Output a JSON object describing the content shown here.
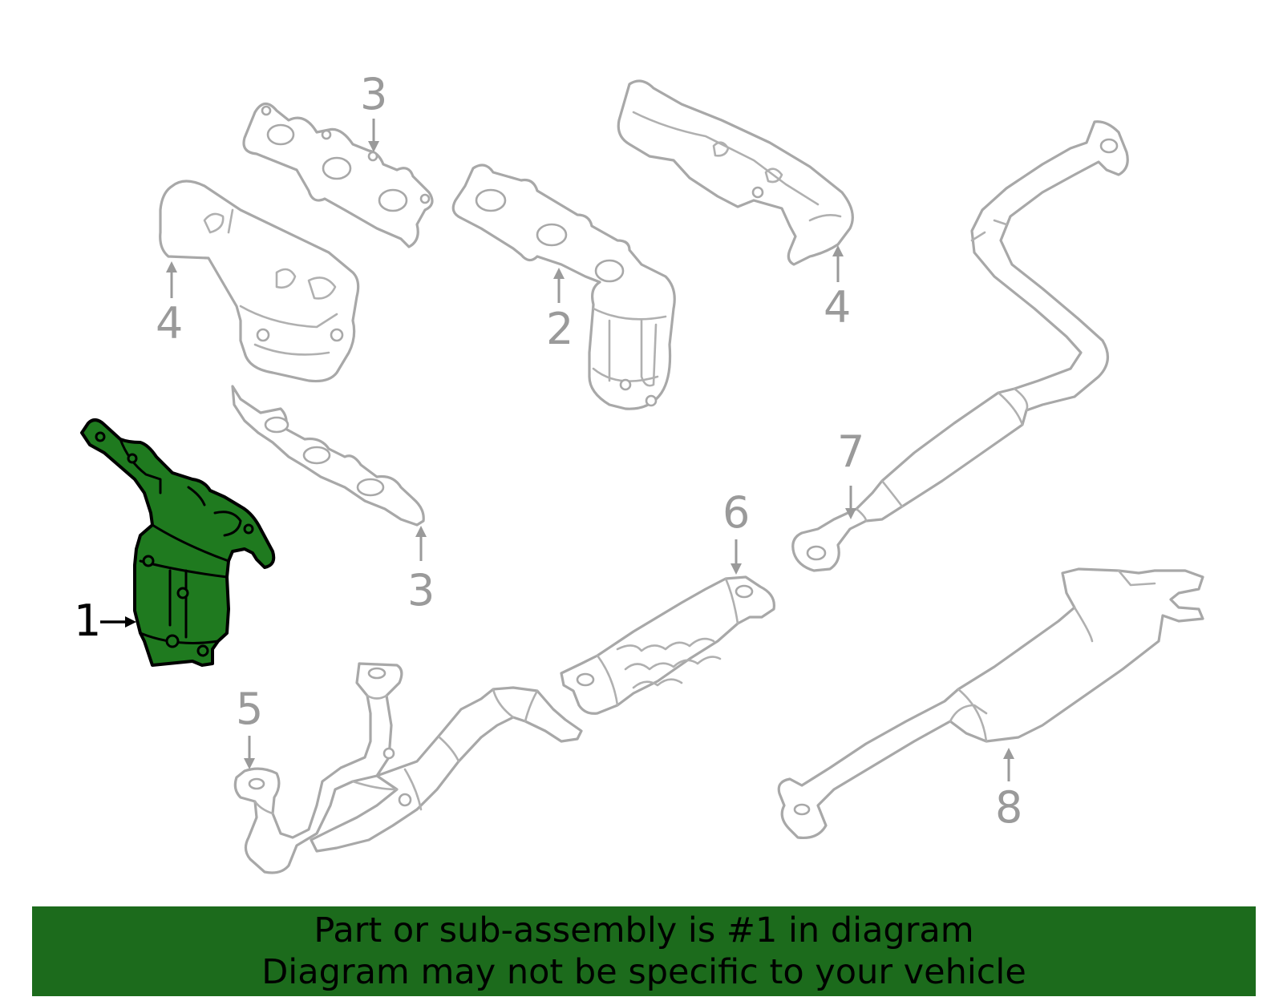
{
  "callouts": {
    "c1": "1",
    "c2": "2",
    "c3a": "3",
    "c3b": "3",
    "c4a": "4",
    "c4b": "4",
    "c5": "5",
    "c6": "6",
    "c7": "7",
    "c8": "8"
  },
  "banner": {
    "line1": "Part or sub-assembly is #1 in diagram",
    "line2": "Diagram may not be specific to your vehicle"
  },
  "colors": {
    "highlight": "#1f7a1f",
    "banner": "#1c6b1c",
    "line_gray": "#a8a8a8"
  }
}
